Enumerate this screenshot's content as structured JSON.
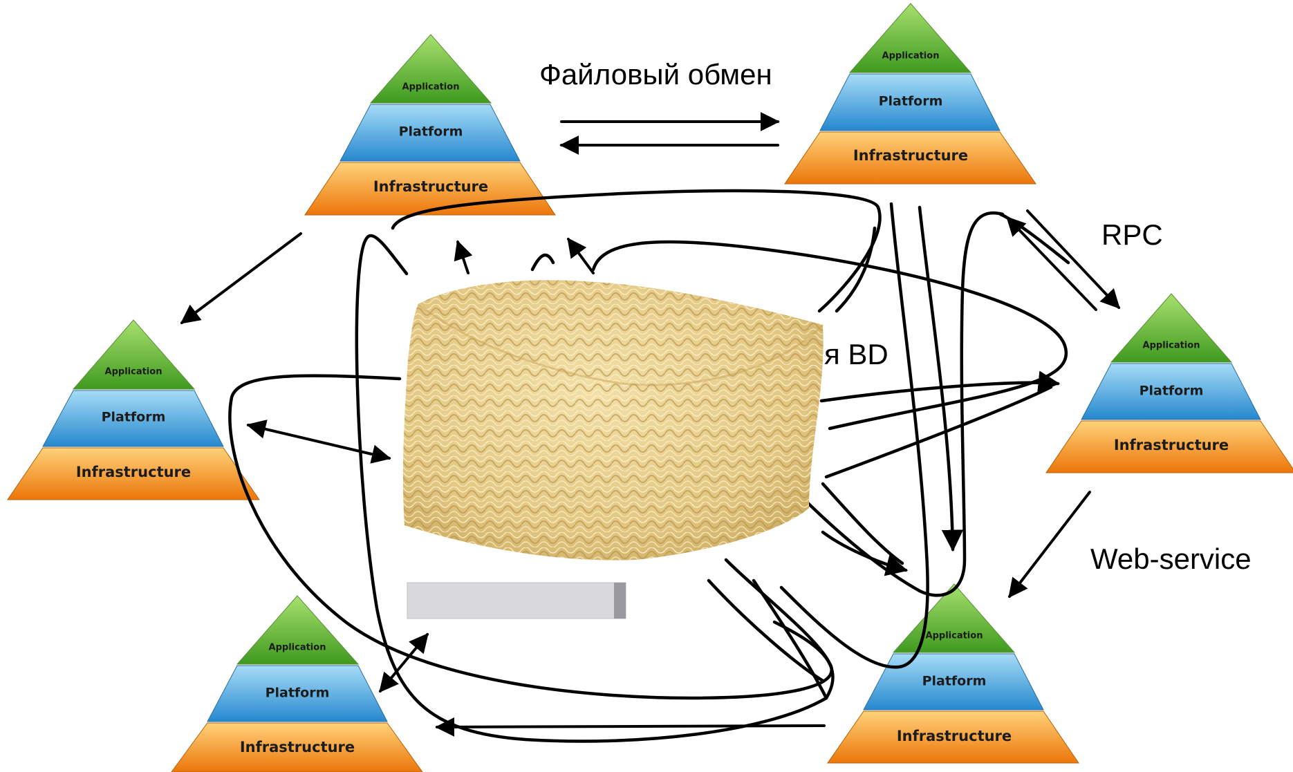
{
  "captions": {
    "file_exchange": "Файловый обмен",
    "rpc": "RPC",
    "web_service": "Web-service",
    "shared_db": "я BD"
  },
  "pyramid": {
    "application": "Application",
    "platform": "Platform",
    "infrastructure": "Infrastructure"
  },
  "colors": {
    "application_top": "#8fd05b",
    "application_bottom": "#4aa226",
    "platform_top": "#8ed0f2",
    "platform_bottom": "#2d93d6",
    "infrastructure_top": "#ffc25a",
    "infrastructure_bottom": "#ef7f0e",
    "noodles": "#e6cf92",
    "wire": "#000000"
  },
  "center_image": "noodle-block-image"
}
